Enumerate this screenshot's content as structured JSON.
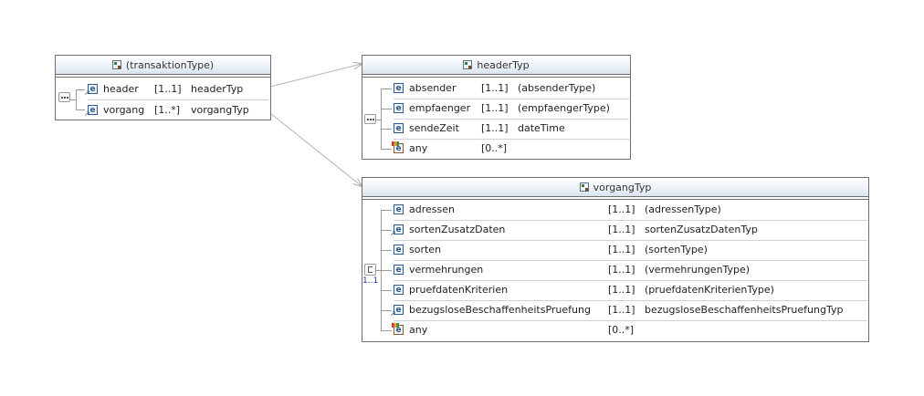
{
  "boxes": {
    "transaktion": {
      "title": "(transaktionType)",
      "rows": [
        {
          "name": "header",
          "card": "[1..1]",
          "type": "headerTyp",
          "icon": "element-ref-icon"
        },
        {
          "name": "vorgang",
          "card": "[1..*]",
          "type": "vorgangTyp",
          "icon": "element-ref-icon"
        }
      ]
    },
    "header": {
      "title": "headerTyp",
      "rows": [
        {
          "name": "absender",
          "card": "[1..1]",
          "type": "(absenderType)",
          "icon": "element-icon"
        },
        {
          "name": "empfaenger",
          "card": "[1..1]",
          "type": "(empfaengerType)",
          "icon": "element-icon"
        },
        {
          "name": "sendeZeit",
          "card": "[1..1]",
          "type": "dateTime",
          "icon": "element-icon"
        },
        {
          "name": "any",
          "card": "[0..*]",
          "type": "",
          "icon": "any-element-icon"
        }
      ]
    },
    "vorgang": {
      "title": "vorgangTyp",
      "choice_cardinality": "1..1",
      "rows": [
        {
          "name": "adressen",
          "card": "[1..1]",
          "type": "(adressenType)",
          "icon": "element-icon"
        },
        {
          "name": "sortenZusatzDaten",
          "card": "[1..1]",
          "type": "sortenZusatzDatenTyp",
          "icon": "element-ref-icon"
        },
        {
          "name": "sorten",
          "card": "[1..1]",
          "type": "(sortenType)",
          "icon": "element-icon"
        },
        {
          "name": "vermehrungen",
          "card": "[1..1]",
          "type": "(vermehrungenType)",
          "icon": "element-icon"
        },
        {
          "name": "pruefdatenKriterien",
          "card": "[1..1]",
          "type": "(pruefdatenKriterienType)",
          "icon": "element-icon"
        },
        {
          "name": "bezugsloseBeschaffenheitsPruefung",
          "card": "[1..1]",
          "type": "bezugsloseBeschaffenheitsPruefungTyp",
          "icon": "element-ref-icon"
        },
        {
          "name": "any",
          "card": "[0..*]",
          "type": "",
          "icon": "any-element-icon"
        }
      ]
    }
  },
  "icon_letter": "e"
}
